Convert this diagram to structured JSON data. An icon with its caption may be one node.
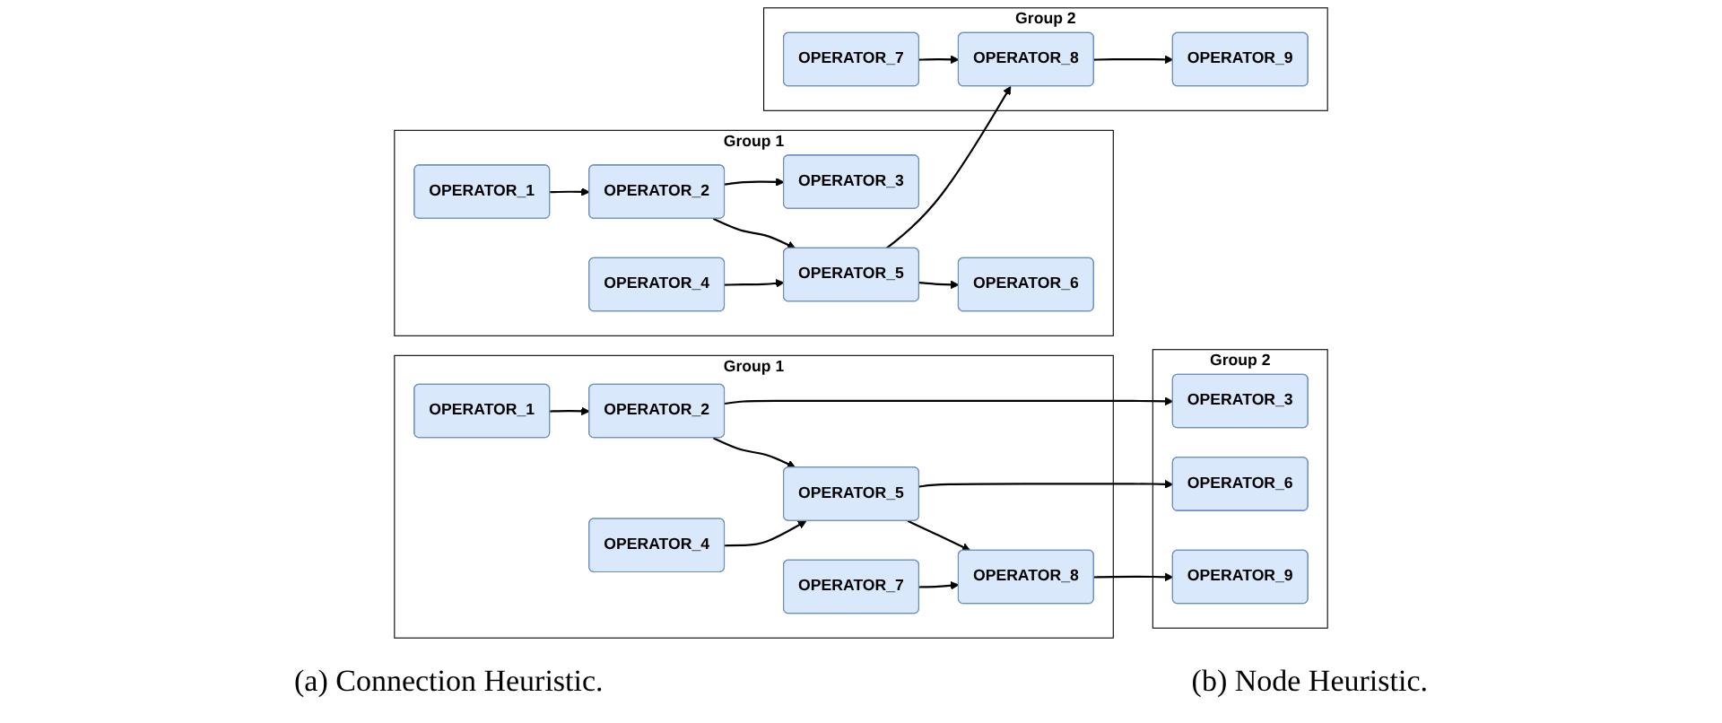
{
  "diagram": {
    "nodes": [
      {
        "text": [
          "Group 1"
        ]
      },
      {
        "text": [
          "OPERATOR_1"
        ],
        "in": 0
      },
      {
        "text": [
          "OPERATOR_2"
        ],
        "in": 0
      },
      {
        "text": [
          "OPERATOR_3"
        ],
        "in": 0
      },
      {
        "text": [
          "OPERATOR_4"
        ],
        "in": 0
      },
      {
        "text": [
          "OPERATOR_5"
        ],
        "in": 0
      },
      {
        "text": [
          "OPERATOR_6"
        ],
        "in": 0
      },
      {
        "text": [
          "Group 2"
        ]
      },
      {
        "text": [
          "OPERATOR_7"
        ],
        "in": 7
      },
      {
        "text": [
          "OPERATOR_8"
        ],
        "in": 7
      },
      {
        "text": [
          "OPERATOR_9"
        ],
        "in": 7
      },
      {
        "text": [
          "Group 1"
        ]
      },
      {
        "text": [
          "OPERATOR_1"
        ],
        "in": 11
      },
      {
        "text": [
          "OPERATOR_2"
        ],
        "in": 11
      },
      {
        "text": [
          "OPERATOR_4"
        ],
        "in": 11
      },
      {
        "text": [
          "OPERATOR_5"
        ],
        "in": 11
      },
      {
        "text": [
          "OPERATOR_7"
        ],
        "in": 11
      },
      {
        "text": [
          "OPERATOR_8"
        ],
        "in": 11
      },
      {
        "text": [
          "Group 2"
        ]
      },
      {
        "text": [
          "OPERATOR_3"
        ],
        "in": 18
      },
      {
        "text": [
          "OPERATOR_6"
        ],
        "in": 18
      },
      {
        "text": [
          "OPERATOR_9"
        ],
        "in": 18
      }
    ],
    "edges": [
      {
        "from": 1,
        "to": 2,
        "arrow": "to"
      },
      {
        "from": 2,
        "to": 3,
        "arrow": "to"
      },
      {
        "from": 2,
        "to": 5,
        "arrow": "to"
      },
      {
        "from": 4,
        "to": 5,
        "arrow": "to"
      },
      {
        "from": 5,
        "to": 6,
        "arrow": "to"
      },
      {
        "from": 5,
        "to": 9,
        "arrow": "to"
      },
      {
        "from": 8,
        "to": 9,
        "arrow": "to"
      },
      {
        "from": 9,
        "to": 10,
        "arrow": "to"
      },
      {
        "from": 12,
        "to": 13,
        "arrow": "to"
      },
      {
        "from": 13,
        "to": 19,
        "arrow": "to"
      },
      {
        "from": 13,
        "to": 15,
        "arrow": "to"
      },
      {
        "from": 14,
        "to": 15,
        "arrow": "to"
      },
      {
        "from": 15,
        "to": 20,
        "arrow": "to"
      },
      {
        "from": 15,
        "to": 17,
        "arrow": "to"
      },
      {
        "from": 16,
        "to": 17,
        "arrow": "to"
      },
      {
        "from": 17,
        "to": 21,
        "arrow": "to"
      }
    ],
    "labels": [
      "(a) Connection Heuristic.",
      "(b) Node Heuristic."
    ]
  }
}
